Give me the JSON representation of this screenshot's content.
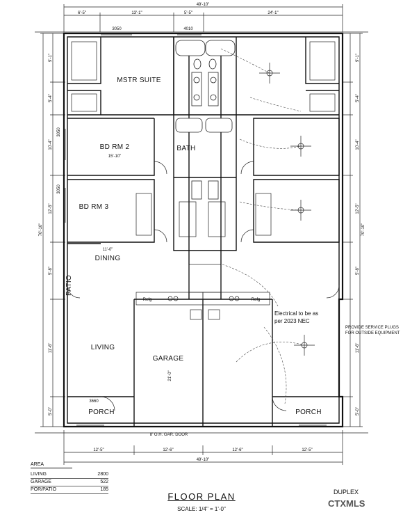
{
  "top_dims": {
    "overall": "49'-10\"",
    "segments": [
      "6'-5\"",
      "13'-1\"",
      "5'-5\"",
      "24'-1\""
    ],
    "window_left": "3050",
    "window_mid": "4010"
  },
  "bottom_dims": {
    "segments": [
      "12'-5\"",
      "12'-6\"",
      "12'-6\"",
      "12'-5\""
    ],
    "overall": "49'-10\""
  },
  "left_dims": [
    "9'-1\"",
    "5'-4\"",
    "10'-4\"",
    "12'-5\"",
    "5'-8\"",
    "11'-6\"",
    "5'-0\""
  ],
  "left_overall": "70'-10\"",
  "right_dims": [
    "9'-1\"",
    "5'-4\"",
    "10'-4\"",
    "12'-5\"",
    "5'-8\"",
    "11'-6\"",
    "5'-0\""
  ],
  "right_overall": "70'-10\"",
  "rooms": {
    "master": "MSTR SUITE",
    "bd2": "BD RM 2",
    "bd3": "BD RM 3",
    "bath": "BATH",
    "dining": "DINING",
    "living": "LIVING",
    "garage": "GARAGE",
    "porch_left": "PORCH",
    "porch_right": "PORCH",
    "patio": "PATIO"
  },
  "labels": {
    "refg_left": "Refg",
    "refg_right": "Refg",
    "bd2_dim": "15'-10\"",
    "dining_dim": "11'-0\"",
    "garage_door": "8' O.H. GAR. DOOR",
    "window_living": "3660",
    "window_bd2": "3050",
    "window_bd3": "3050",
    "garage_dim": "21'-0\""
  },
  "notes": {
    "electrical_line1": "Electrical to be as",
    "electrical_line2": "per 2023 NEC",
    "service_line1": "PROVIDE SERVICE PLUGS",
    "service_line2": "FOR OUTSIDE EQUIPMENT"
  },
  "area": {
    "heading": "AREA",
    "rows": [
      {
        "label": "LIVING",
        "value": "2800"
      },
      {
        "label": "GARAGE",
        "value": "522"
      },
      {
        "label": "POR/PATIO",
        "value": "185"
      }
    ]
  },
  "title": {
    "main": "FLOOR PLAN",
    "scale": "SCALE: 1/4\" = 1'-0\""
  },
  "duplex": "DUPLEX",
  "watermark": "CTXMLS"
}
